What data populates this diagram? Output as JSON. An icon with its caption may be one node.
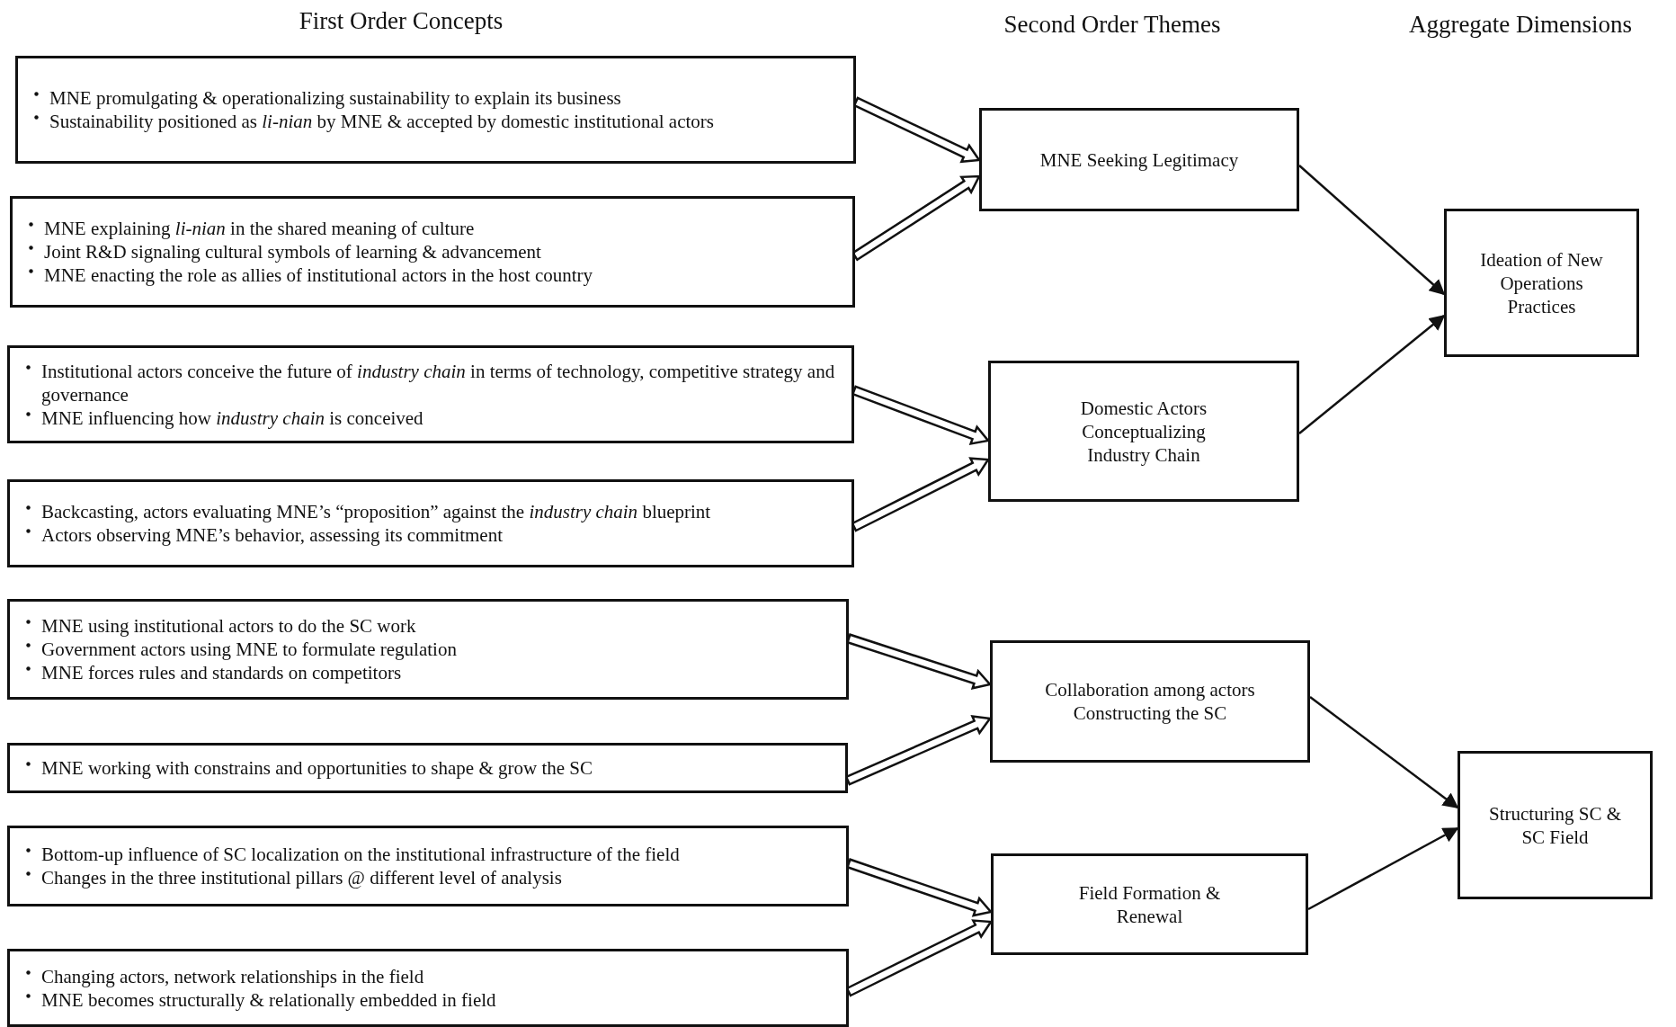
{
  "diagram": {
    "nodes": [
      {
        "text": [
          "MNE promulgating & operationalizing sustainability to explain its business",
          "Sustainability positioned as *li-nian* by MNE & accepted by domestic institutional actors"
        ]
      },
      {
        "text": [
          "MNE explaining *li-nian* in the shared meaning of culture",
          "Joint R&D signaling cultural symbols of learning & advancement",
          "MNE enacting the  role as allies of institutional actors in the host country"
        ]
      },
      {
        "text": [
          "Institutional actors conceive the future of *industry chain* in terms of technology, competitive strategy and governance",
          "MNE influencing how *industry chain* is conceived"
        ]
      },
      {
        "text": [
          "Backcasting, actors evaluating MNE’s “proposition” against the *industry chain* blueprint",
          "Actors observing MNE’s behavior, assessing its commitment"
        ]
      },
      {
        "text": [
          "MNE using institutional actors to do the SC work",
          "Government actors using MNE to formulate regulation",
          "MNE forces rules and standards on competitors"
        ]
      },
      {
        "text": [
          "MNE working with constrains and opportunities to shape & grow the SC"
        ]
      },
      {
        "text": [
          "Bottom-up influence of SC localization on the institutional infrastructure of the field",
          "Changes in the three institutional pillars @ different level of analysis"
        ]
      },
      {
        "text": [
          "Changing actors, network relationships in the field",
          "MNE becomes structurally & relationally embedded in field"
        ]
      },
      {
        "text": [
          "MNE Seeking Legitimacy"
        ]
      },
      {
        "text": [
          "Domestic Actors Conceptualizing Industry Chain"
        ]
      },
      {
        "text": [
          "Collaboration among actors Constructing the SC"
        ]
      },
      {
        "text": [
          "Field Formation & Renewal"
        ]
      },
      {
        "text": [
          "Ideation of New Operations Practices"
        ]
      },
      {
        "text": [
          "Structuring SC & SC Field"
        ]
      }
    ],
    "edges": [
      {
        "from": 0,
        "to": 8,
        "arrow": "to",
        "style": "thick"
      },
      {
        "from": 1,
        "to": 8,
        "arrow": "to",
        "style": "thick"
      },
      {
        "from": 2,
        "to": 9,
        "arrow": "to",
        "style": "thick"
      },
      {
        "from": 3,
        "to": 9,
        "arrow": "to",
        "style": "thick"
      },
      {
        "from": 4,
        "to": 10,
        "arrow": "to",
        "style": "thick"
      },
      {
        "from": 5,
        "to": 10,
        "arrow": "to",
        "style": "thick"
      },
      {
        "from": 6,
        "to": 11,
        "arrow": "to",
        "style": "thick"
      },
      {
        "from": 7,
        "to": 11,
        "arrow": "to",
        "style": "thick"
      },
      {
        "from": 8,
        "to": 12,
        "arrow": "to"
      },
      {
        "from": 9,
        "to": 12,
        "arrow": "to"
      },
      {
        "from": 10,
        "to": 13,
        "arrow": "to"
      },
      {
        "from": 11,
        "to": 13,
        "arrow": "to"
      }
    ],
    "labels": [
      "First Order Concepts",
      "Second Order Themes",
      "Aggregate Dimensions"
    ]
  }
}
